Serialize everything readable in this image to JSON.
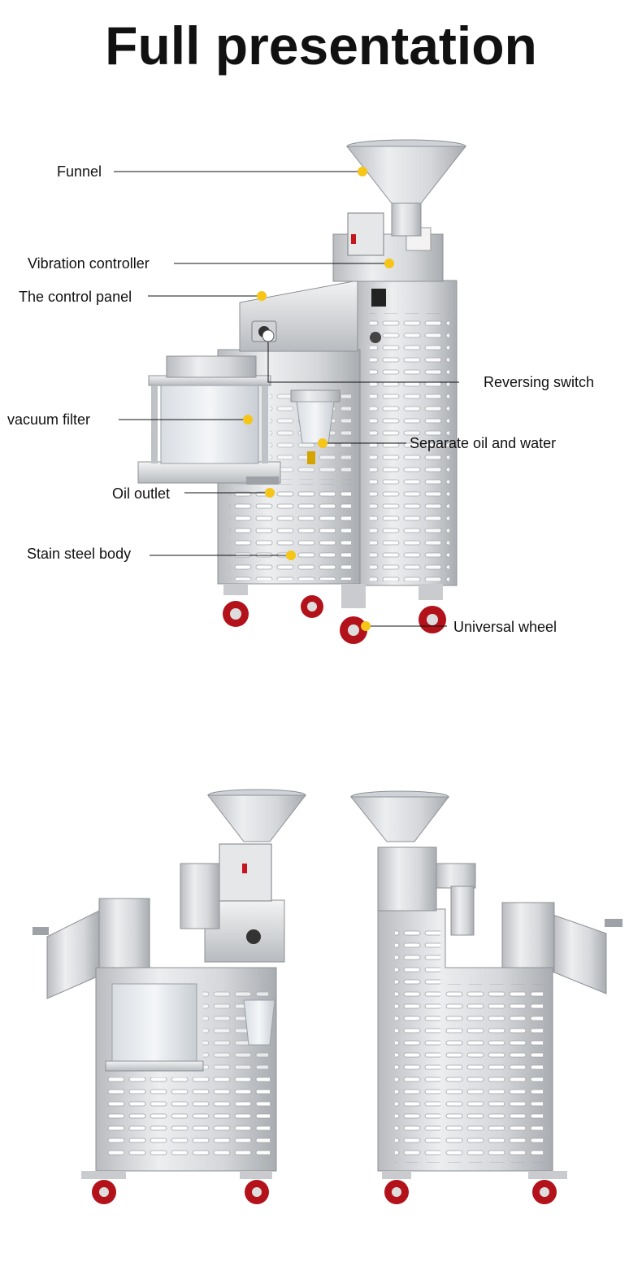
{
  "title": "Full presentation",
  "labels": {
    "funnel": "Funnel",
    "vibration": "Vibration controller",
    "control_panel": "The control panel",
    "reversing": "Reversing switch",
    "vacuum": "vacuum filter",
    "separate": "Separate oil and water",
    "oil_outlet": "Oil outlet",
    "body": "Stain steel body",
    "wheel": "Universal wheel"
  },
  "colors": {
    "steel_light": "#e4e5e7",
    "steel_mid": "#c3c5c8",
    "steel_dark": "#8d9095",
    "marker": "#f5c518",
    "wheel_red": "#b3121b"
  }
}
